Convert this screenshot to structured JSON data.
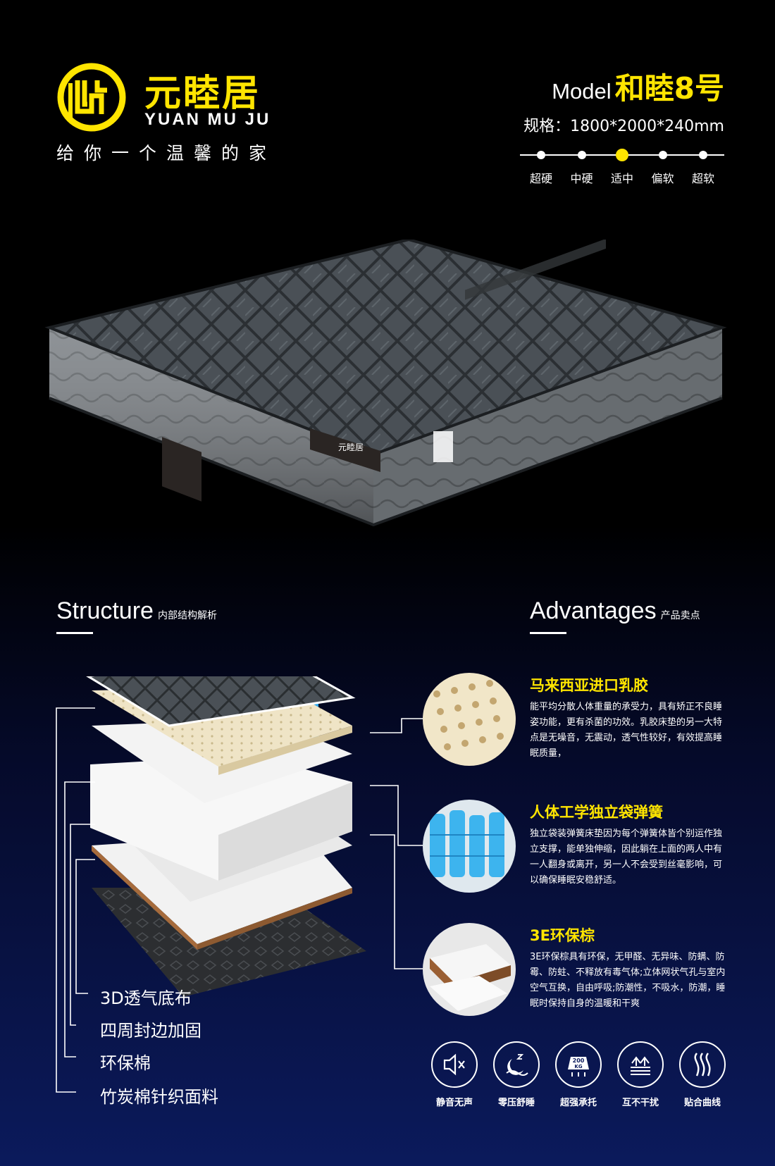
{
  "brand": {
    "name": "元睦居",
    "pinyin": "YUAN MU JU",
    "slogan": "给你一个温馨的家",
    "logo_color": "#ffe500",
    "label_text": "元睦居",
    "label_pinyin": "YUAN MU JU"
  },
  "model": {
    "prefix": "Model",
    "name": "和睦8号",
    "spec": "规格：1800*2000*240mm"
  },
  "firmness": {
    "levels": [
      "超硬",
      "中硬",
      "适中",
      "偏软",
      "超软"
    ],
    "selected": "适中",
    "selected_index": 2
  },
  "sections": {
    "structure": {
      "title": "Structure",
      "subtitle": "内部结构解析"
    },
    "advantages": {
      "title": "Advantages",
      "subtitle": "产品卖点"
    }
  },
  "layers": [
    {
      "label": "3D透气底布"
    },
    {
      "label": "四周封边加固"
    },
    {
      "label": "环保棉"
    },
    {
      "label": "竹炭棉针织面料"
    }
  ],
  "advantages": [
    {
      "title": "马来西亚进口乳胶",
      "desc": "能平均分散人体重量的承受力，具有矫正不良睡姿功能，更有杀菌的功效。乳胶床垫的另一大特点是无噪音，无震动，透气性较好，有效提高睡眠质量，",
      "image": "latex-foam"
    },
    {
      "title": "人体工学独立袋弹簧",
      "desc": "独立袋装弹簧床垫因为每个弹簧体皆个别运作独立支撑，能单独伸缩，因此躺在上面的两人中有一人翻身或离开，另一人不会受到丝毫影响，可以确保睡眠安稳舒适。",
      "image": "pocket-springs"
    },
    {
      "title": "3E环保棕",
      "desc": "3E环保棕具有环保，无甲醛、无异味、防螨、防霉、防蛀、不释放有毒气体;立体网状气孔与室内空气互换，自由呼吸;防潮性，不吸水，防潮，睡眠时保持自身的温暖和干爽",
      "image": "coconut-fiber"
    }
  ],
  "features": [
    {
      "label": "静音无声",
      "icon": "mute-speaker-icon"
    },
    {
      "label": "零压舒睡",
      "icon": "sleep-moon-icon"
    },
    {
      "label": "超强承托",
      "icon": "weight-support-icon",
      "badge_top": "200",
      "badge_bottom": "KG"
    },
    {
      "label": "互不干扰",
      "icon": "independent-spring-icon"
    },
    {
      "label": "贴合曲线",
      "icon": "curve-fit-icon"
    }
  ],
  "colors": {
    "accent": "#ffe500",
    "background_top": "#000000",
    "background_bottom": "#0b1a5c",
    "text": "#ffffff"
  }
}
